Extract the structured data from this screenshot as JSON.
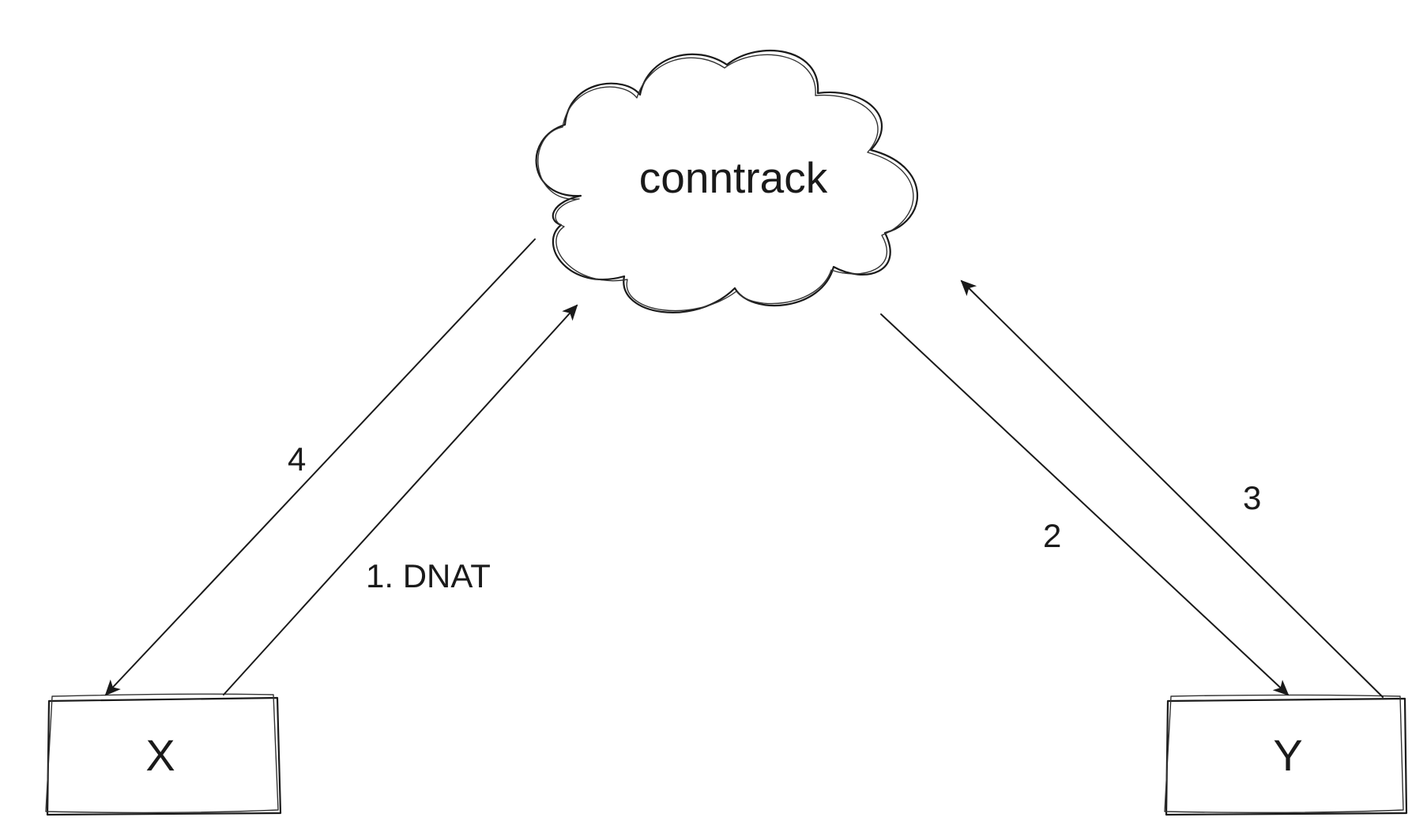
{
  "nodes": {
    "cloud": {
      "label": "conntrack"
    },
    "x": {
      "label": "X"
    },
    "y": {
      "label": "Y"
    }
  },
  "edges": [
    {
      "id": "e1",
      "label": "1. DNAT",
      "from": "X",
      "to": "conntrack"
    },
    {
      "id": "e2",
      "label": "2",
      "from": "conntrack",
      "to": "Y"
    },
    {
      "id": "e3",
      "label": "3",
      "from": "Y",
      "to": "conntrack"
    },
    {
      "id": "e4",
      "label": "4",
      "from": "conntrack",
      "to": "X"
    }
  ]
}
